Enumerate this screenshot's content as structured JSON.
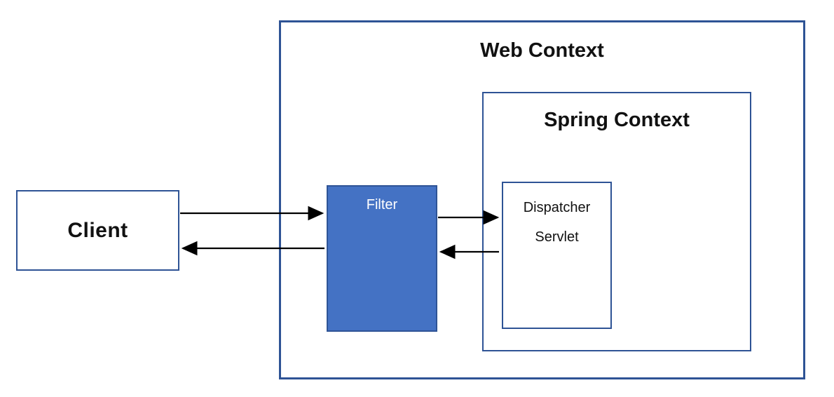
{
  "diagram": {
    "nodes": {
      "client": {
        "label": "Client"
      },
      "web_context": {
        "title": "Web Context"
      },
      "spring_context": {
        "title": "Spring Context"
      },
      "filter": {
        "label": "Filter"
      },
      "dispatcher_servlet": {
        "label_line1": "Dispatcher",
        "label_line2": "Servlet"
      }
    },
    "edges": [
      {
        "from": "client",
        "to": "filter",
        "direction": "right"
      },
      {
        "from": "filter",
        "to": "client",
        "direction": "left"
      },
      {
        "from": "filter",
        "to": "dispatcher_servlet",
        "direction": "right"
      },
      {
        "from": "dispatcher_servlet",
        "to": "filter",
        "direction": "left"
      }
    ],
    "colors": {
      "box_border": "#2e5395",
      "filter_fill": "#4472c4",
      "filter_border": "#2f5496",
      "filter_text": "#ffffff",
      "text": "#111111",
      "arrow": "#000000",
      "background": "#ffffff"
    }
  }
}
